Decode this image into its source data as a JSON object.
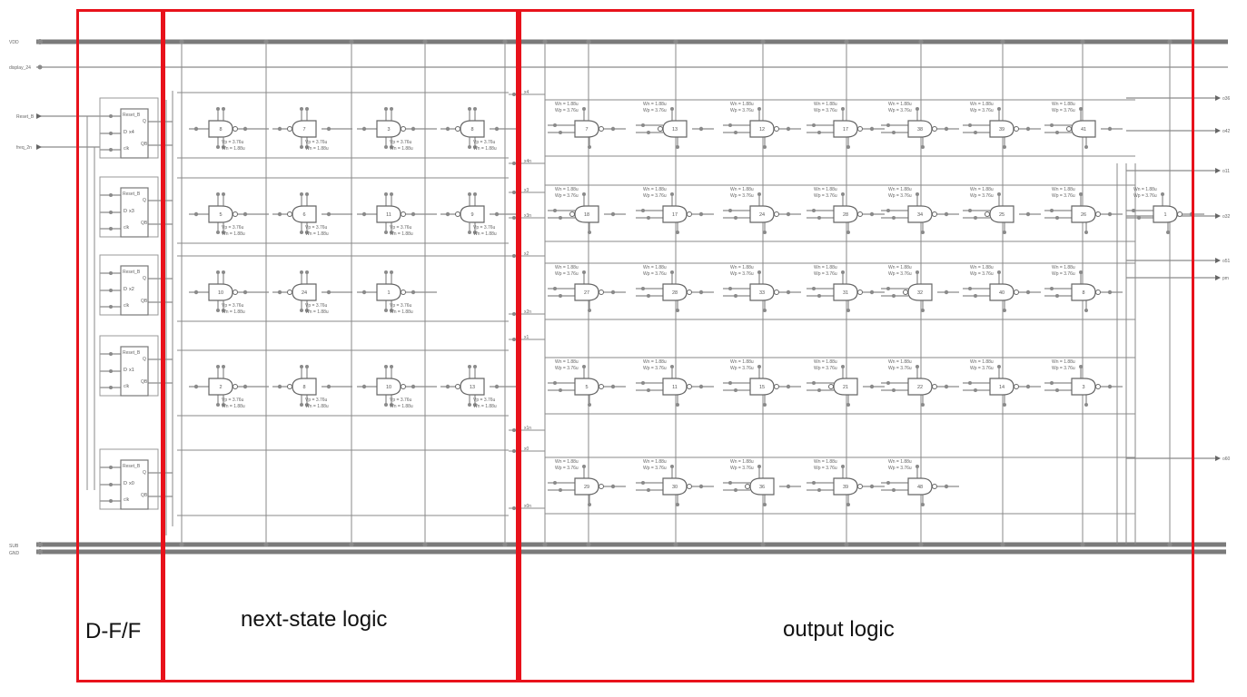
{
  "regions": {
    "dff": {
      "label": "D-F/F"
    },
    "next_state": {
      "label": "next-state logic"
    },
    "output": {
      "label": "output logic"
    }
  },
  "rails": {
    "vdd": "VDD",
    "display": "display_24",
    "vss": "SUB",
    "gnd": "GND"
  },
  "inputs": {
    "reset": "Reset_B",
    "freq": "freq_2n"
  },
  "flip_flops": {
    "name": "Reset_B",
    "pin_q": "Q",
    "pin_qb": "QB",
    "pin_d": "D",
    "pin_clk": "clk",
    "labels": [
      "x4",
      "x3",
      "x2",
      "x1",
      "x0"
    ]
  },
  "internal_nodes": [
    "x4",
    "x4n",
    "x3",
    "x3n",
    "x2",
    "x2n",
    "x1",
    "x1n",
    "x0",
    "x0n"
  ],
  "output_pins": [
    "o36",
    "o42",
    "o11",
    "o32",
    "o51",
    "pm",
    "o60"
  ],
  "param_text": {
    "vp": "Vp = 3.76u",
    "vn": "Vn = 1.88u",
    "wn": "Wn = 1.88u",
    "wp": "Wp = 3.76u"
  },
  "ns_gate_labels": [
    "8",
    "7",
    "3",
    "8",
    "5",
    "6",
    "11",
    "9",
    "10",
    "24",
    "1",
    "2",
    "8",
    "10",
    "13"
  ],
  "out_gate_labels": [
    "7",
    "13",
    "12",
    "17",
    "38",
    "39",
    "41",
    "18",
    "17",
    "24",
    "28",
    "34",
    "25",
    "26",
    "1",
    "27",
    "28",
    "33",
    "31",
    "32",
    "40",
    "8",
    "5",
    "11",
    "15",
    "21",
    "22",
    "14",
    "3",
    "29",
    "30",
    "36",
    "39",
    "48"
  ],
  "colors": {
    "wire": "#8a8a8a",
    "rail": "#7a7a7a",
    "highlight": "#e8121b",
    "text": "#111111"
  }
}
